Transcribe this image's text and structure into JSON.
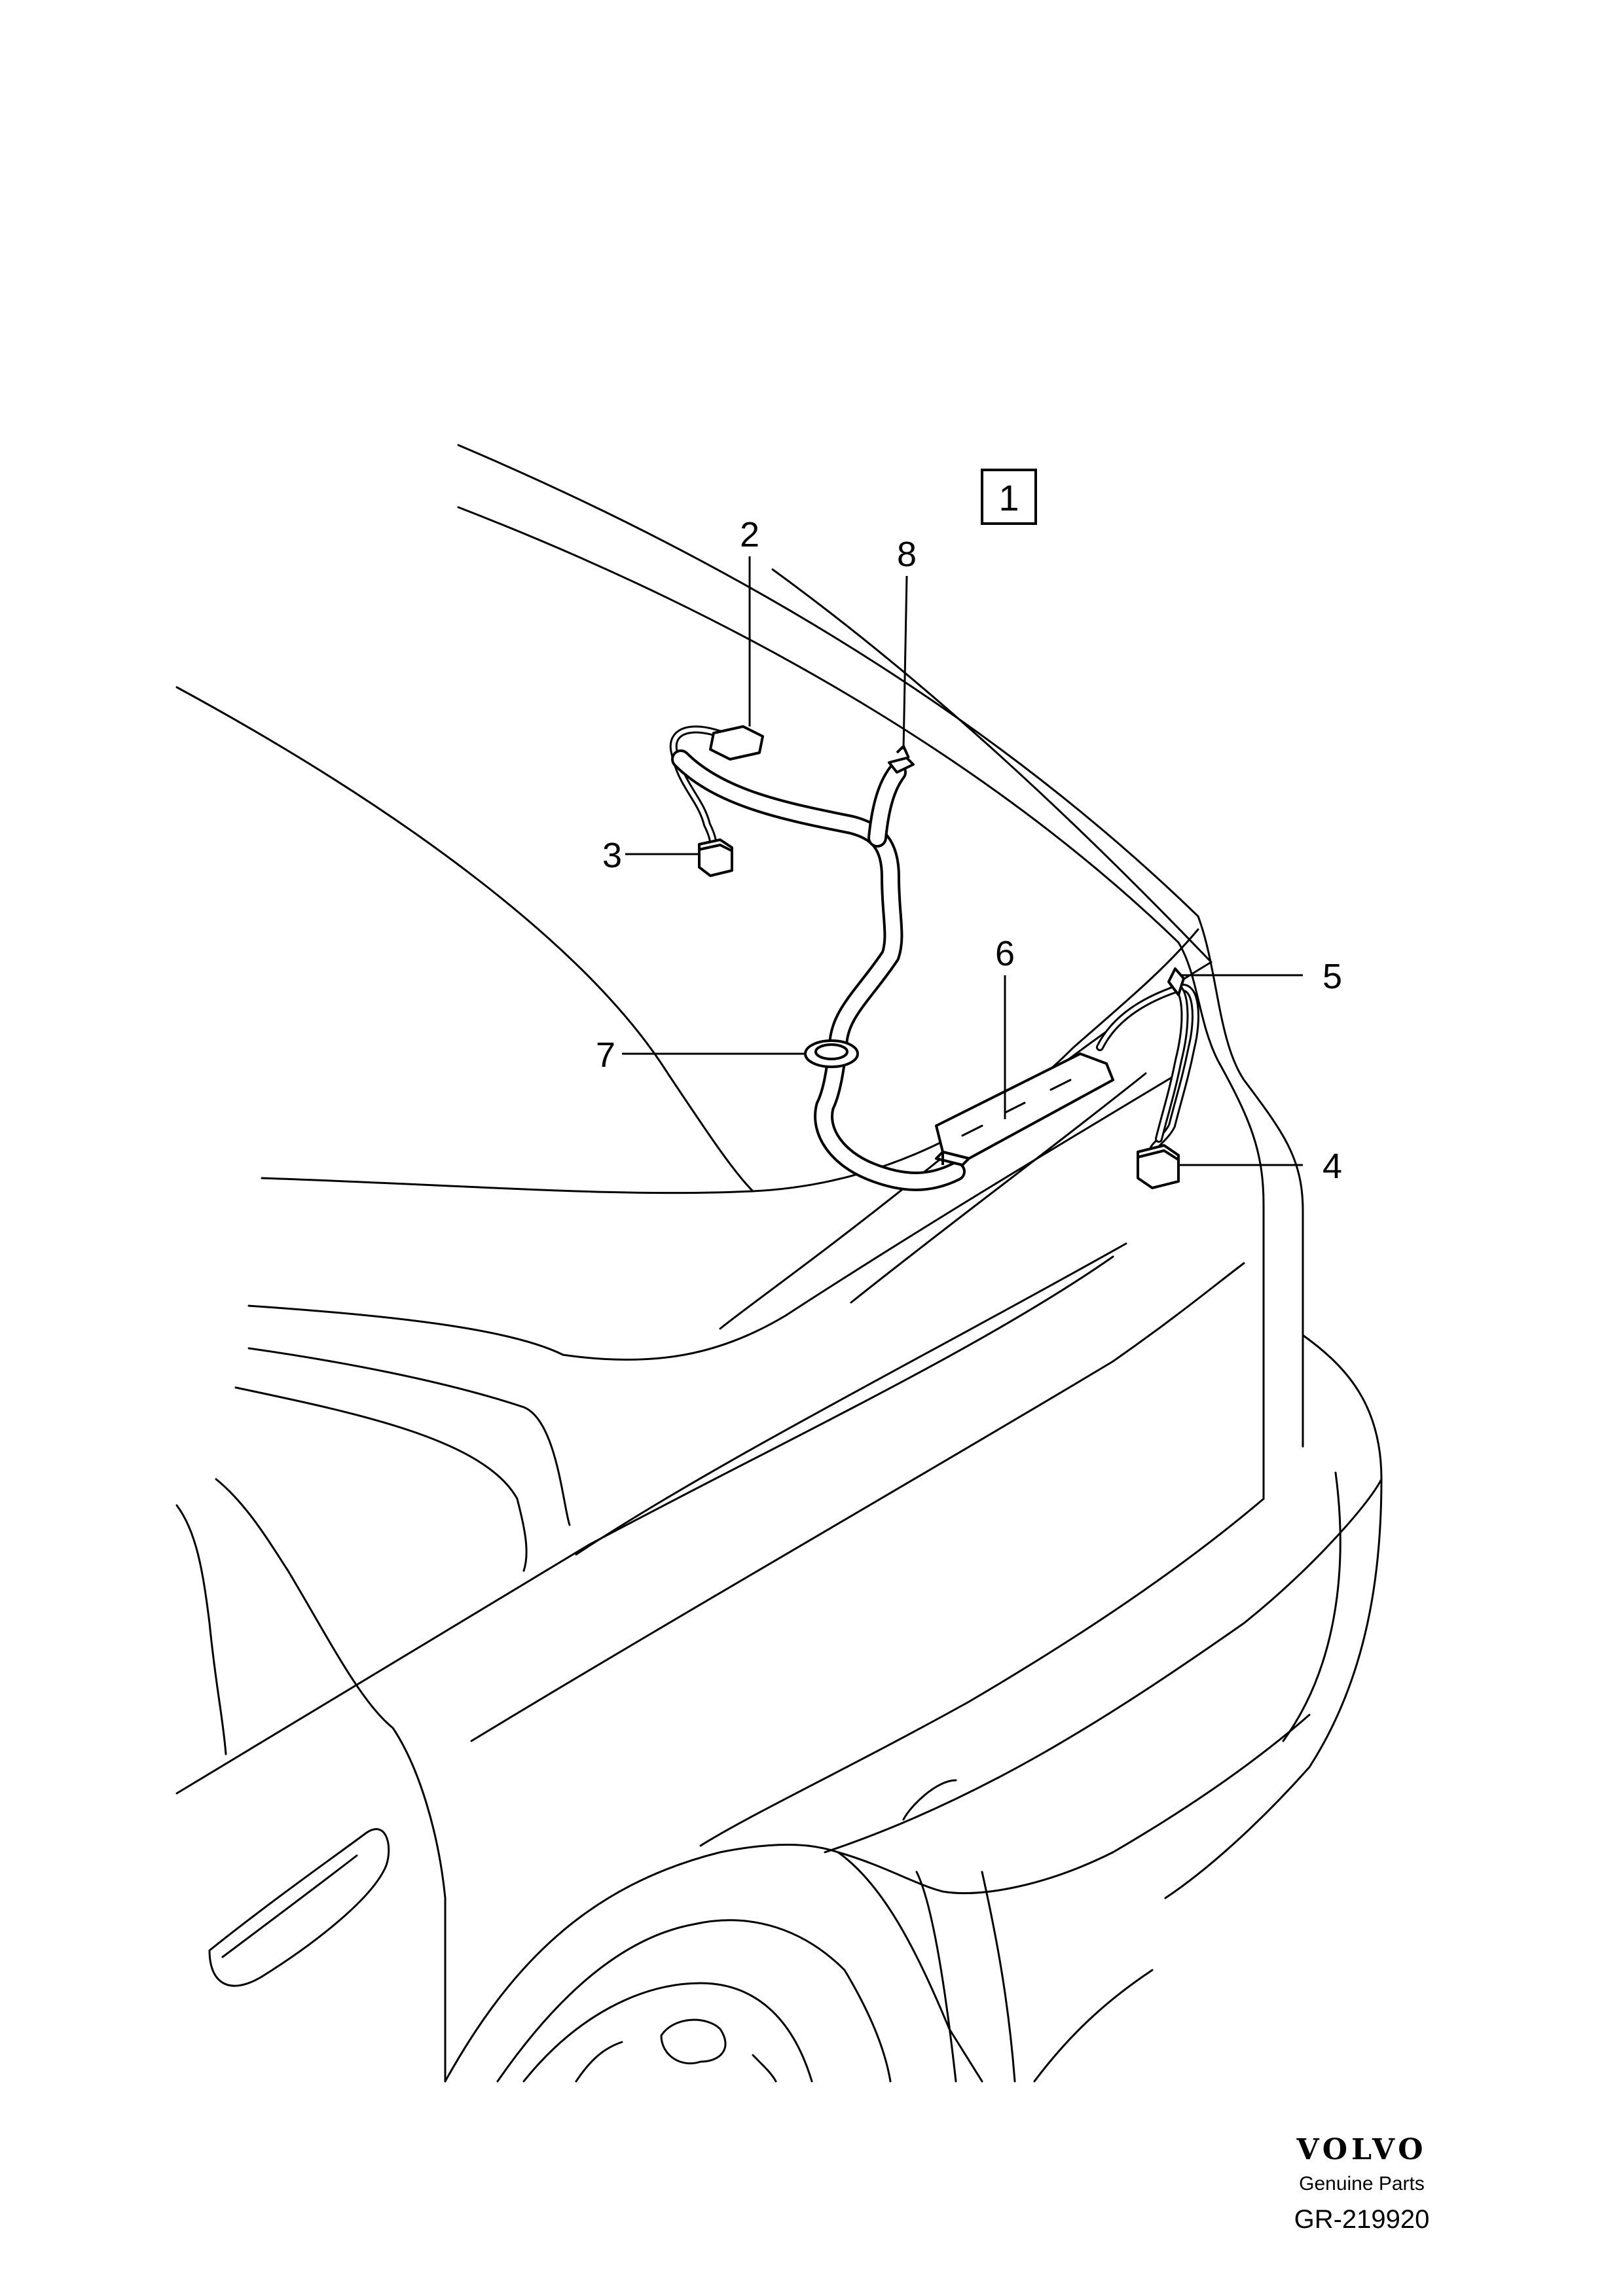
{
  "group_box": {
    "label": "1"
  },
  "callouts": [
    {
      "id": "2",
      "label": "2"
    },
    {
      "id": "3",
      "label": "3"
    },
    {
      "id": "4",
      "label": "4"
    },
    {
      "id": "5",
      "label": "5"
    },
    {
      "id": "6",
      "label": "6"
    },
    {
      "id": "7",
      "label": "7"
    },
    {
      "id": "8",
      "label": "8"
    }
  ],
  "brand": {
    "logo_text": "VOLVO",
    "subtitle": "Genuine Parts",
    "code": "GR-219920"
  },
  "colors": {
    "line": "#000000",
    "background": "#ffffff"
  },
  "icons": {
    "connectors": [
      "connector-2",
      "connector-3",
      "connector-4"
    ],
    "clips": [
      "clip-5",
      "clip-8"
    ],
    "grommet": "grommet-7",
    "light_unit": "license-plate-light-6"
  }
}
